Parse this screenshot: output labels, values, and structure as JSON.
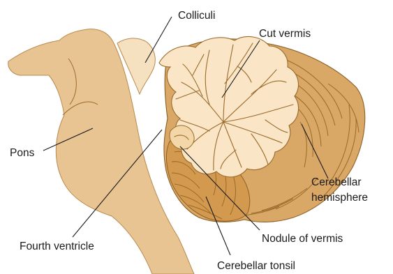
{
  "labels": {
    "colliculi": "Colliculi",
    "cut_vermis": "Cut vermis",
    "pons": "Pons",
    "cerebellar_hemisphere_line1": "Cerebellar",
    "cerebellar_hemisphere_line2": "hemisphere",
    "fourth_ventricle": "Fourth ventricle",
    "nodule_of_vermis": "Nodule of vermis",
    "cerebellar_tonsil": "Cerebellar tonsil"
  },
  "colors": {
    "brainstem": "#e8c493",
    "colliculi": "#f5e0bf",
    "vermis": "#fae6c6",
    "hemisphere": "#d9a766",
    "folia_lines": "#9a6a2a",
    "leader_lines": "#1a1a1a"
  }
}
